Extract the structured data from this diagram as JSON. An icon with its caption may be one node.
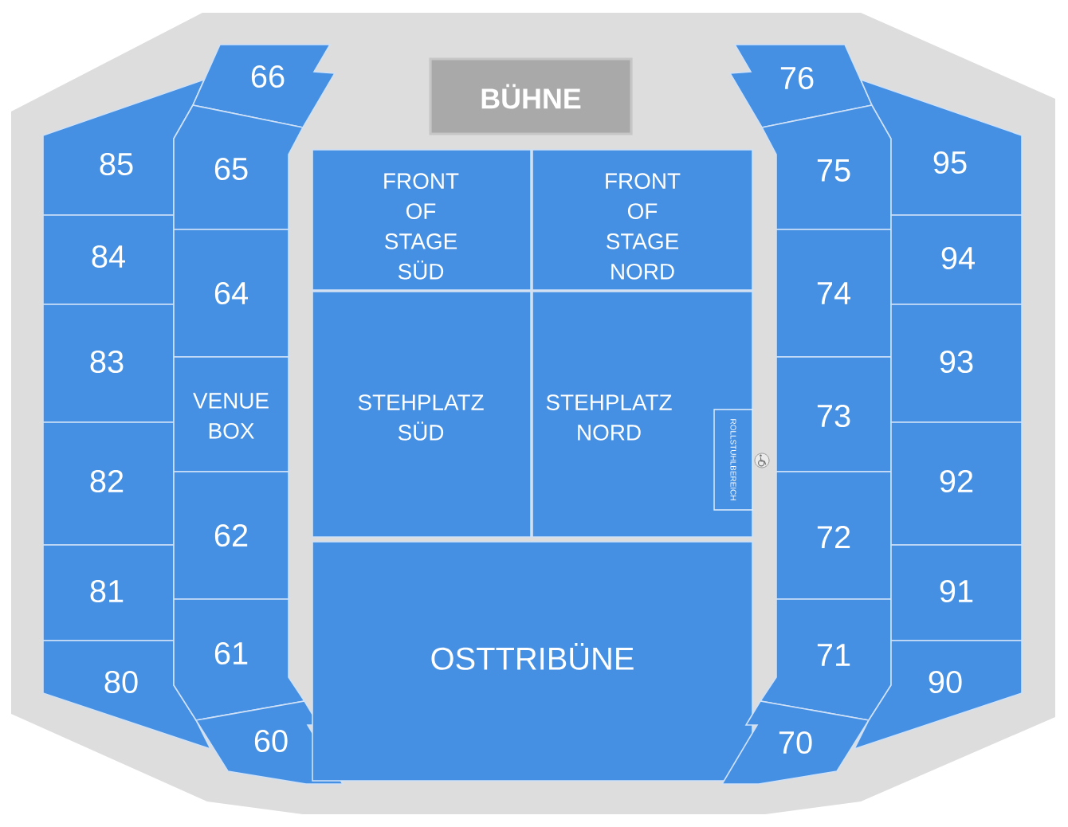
{
  "diagram": {
    "nodes": [
      {
        "text": [
          "BÜHNE"
        ]
      },
      {
        "text": [
          "85"
        ]
      },
      {
        "text": [
          "84"
        ]
      },
      {
        "text": [
          "83"
        ]
      },
      {
        "text": [
          "82"
        ]
      },
      {
        "text": [
          "81"
        ]
      },
      {
        "text": [
          "80"
        ]
      },
      {
        "text": [
          "66"
        ]
      },
      {
        "text": [
          "65"
        ]
      },
      {
        "text": [
          "64"
        ]
      },
      {
        "text": [
          "VENUE BOX"
        ]
      },
      {
        "text": [
          "62"
        ]
      },
      {
        "text": [
          "61"
        ]
      },
      {
        "text": [
          "60"
        ]
      },
      {
        "text": [
          "FRONT OF STAGE SÜD"
        ]
      },
      {
        "text": [
          "FRONT OF STAGE NORD"
        ]
      },
      {
        "text": [
          "STEHPLATZ SÜD"
        ]
      },
      {
        "text": [
          "STEHPLATZ NORD"
        ]
      },
      {
        "text": [
          "ROLLSTUHLBEREICH"
        ],
        "in": 17
      },
      {
        "text": [
          "OSTTRIBÜNE"
        ]
      },
      {
        "text": [
          "76"
        ]
      },
      {
        "text": [
          "75"
        ]
      },
      {
        "text": [
          "74"
        ]
      },
      {
        "text": [
          "73"
        ]
      },
      {
        "text": [
          "72"
        ]
      },
      {
        "text": [
          "71"
        ]
      },
      {
        "text": [
          "70"
        ]
      },
      {
        "text": [
          "95"
        ]
      },
      {
        "text": [
          "94"
        ]
      },
      {
        "text": [
          "93"
        ]
      },
      {
        "text": [
          "92"
        ]
      },
      {
        "text": [
          "91"
        ]
      },
      {
        "text": [
          "90"
        ]
      }
    ]
  }
}
